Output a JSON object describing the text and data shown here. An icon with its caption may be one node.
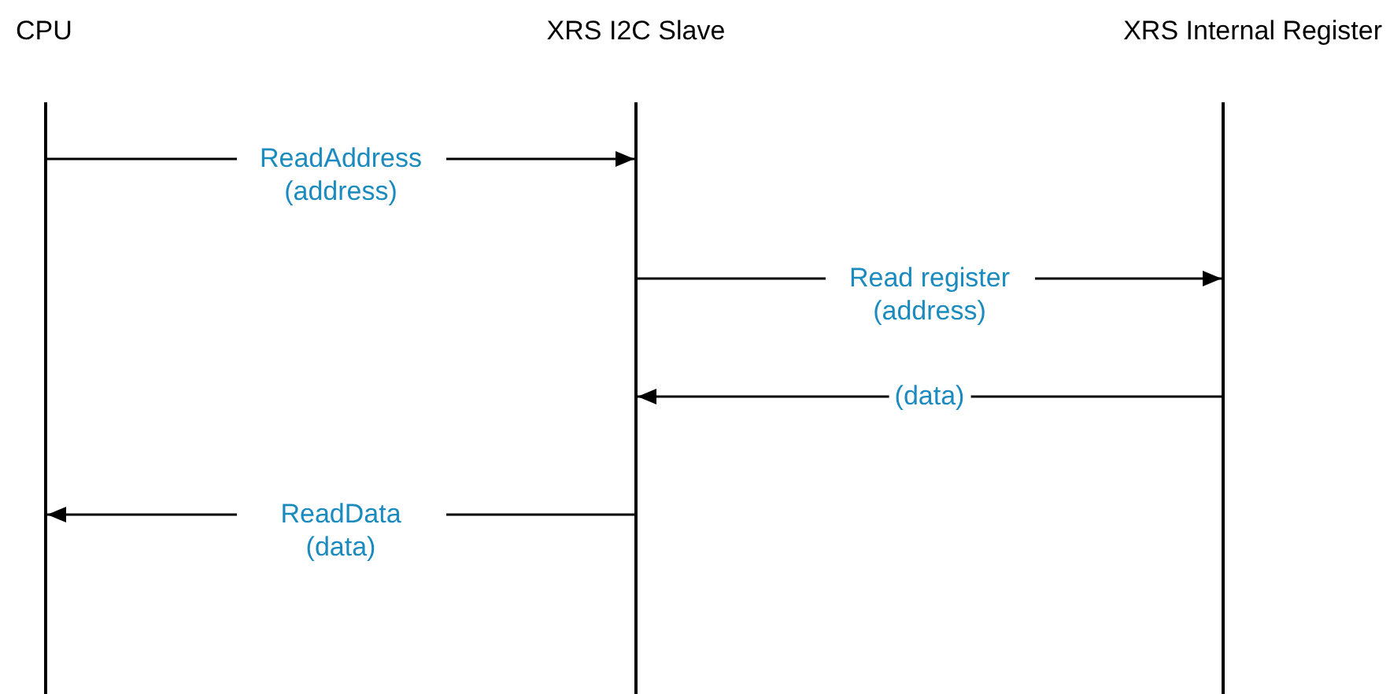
{
  "diagram": {
    "nodes": [
      {
        "text": [
          "CPU"
        ]
      },
      {
        "text": [
          "XRS I2C Slave"
        ]
      },
      {
        "text": [
          "XRS Internal Register"
        ]
      },
      {
        "text": [],
        "shape": "bar"
      },
      {
        "text": [],
        "shape": "bar"
      },
      {
        "text": [],
        "shape": "bar"
      }
    ],
    "edges": [
      {
        "from": 3,
        "to": 4,
        "arrow": "to",
        "label": "ReadAddress (address)"
      },
      {
        "from": 4,
        "to": 5,
        "arrow": "to",
        "label": "Read register (address)"
      },
      {
        "from": 5,
        "to": 4,
        "arrow": "to",
        "label": "(data)"
      },
      {
        "from": 4,
        "to": 3,
        "arrow": "to",
        "label": "ReadData (data)"
      }
    ]
  }
}
